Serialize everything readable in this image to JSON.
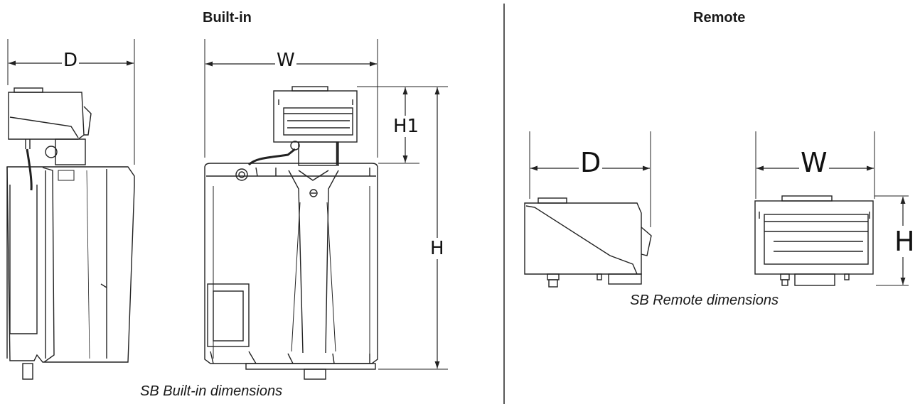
{
  "sections": {
    "builtin_title": "Built-in",
    "remote_title": "Remote"
  },
  "captions": {
    "builtin": "SB Built-in dimensions",
    "remote": "SB Remote dimensions"
  },
  "dimensions": {
    "builtin_side_depth": "D",
    "builtin_front_width": "W",
    "builtin_head_height": "H1",
    "builtin_total_height": "H",
    "remote_side_depth": "D",
    "remote_front_width": "W",
    "remote_height": "H"
  },
  "colors": {
    "line": "#222222",
    "background": "#ffffff"
  }
}
